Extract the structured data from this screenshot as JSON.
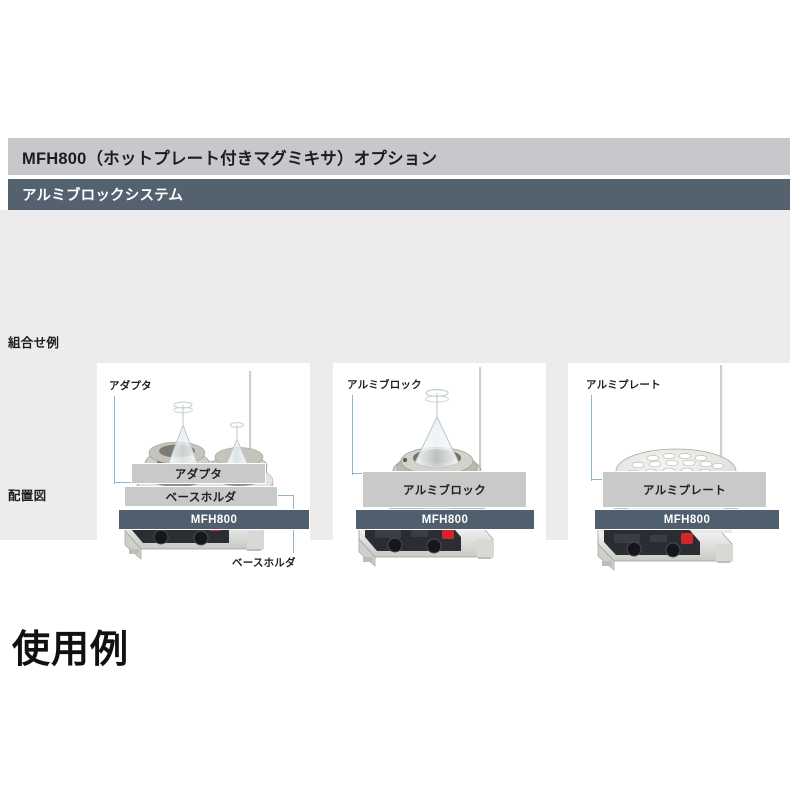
{
  "page": {
    "background_color": "#ffffff",
    "sheet_background_color": "#ececed"
  },
  "catalog": {
    "header": {
      "title": "MFH800（ホットプレート付きマグミキサ）オプション",
      "background_color": "#c6c8cb",
      "text_color": "#1c1c1c"
    },
    "subheader": {
      "title": "アルミブロックシステム",
      "background_color": "#546270",
      "text_color": "#ffffff"
    },
    "row_labels": {
      "combination": "組合せ例",
      "layout": "配置図"
    },
    "panels": [
      {
        "id": "panel-1",
        "callouts": [
          {
            "name": "adapter",
            "text": "アダプタ"
          },
          {
            "name": "base-holder",
            "text": "ベースホルダ"
          }
        ]
      },
      {
        "id": "panel-2",
        "callouts": [
          {
            "name": "aluminum-block",
            "text": "アルミブロック"
          }
        ]
      },
      {
        "id": "panel-3",
        "callouts": [
          {
            "name": "aluminum-plate",
            "text": "アルミプレート"
          }
        ]
      }
    ],
    "stacks": [
      {
        "column": 1,
        "bars": [
          {
            "label": "アダプタ",
            "style": "grey",
            "color": "#c9c9ca"
          },
          {
            "label": "ベースホルダ",
            "style": "grey",
            "color": "#c9c9ca"
          },
          {
            "label": "MFH800",
            "style": "dark",
            "color": "#4f5f6e"
          }
        ]
      },
      {
        "column": 2,
        "bars": [
          {
            "label": "アルミブロック",
            "style": "grey",
            "color": "#c9c9ca"
          },
          {
            "label": "MFH800",
            "style": "dark",
            "color": "#4f5f6e"
          }
        ]
      },
      {
        "column": 3,
        "bars": [
          {
            "label": "アルミプレート",
            "style": "grey",
            "color": "#c9c9ca"
          },
          {
            "label": "MFH800",
            "style": "dark",
            "color": "#4f5f6e"
          }
        ]
      }
    ],
    "leader_line_color": "#8fb6cd"
  },
  "usage_section": {
    "heading": "使用例"
  }
}
